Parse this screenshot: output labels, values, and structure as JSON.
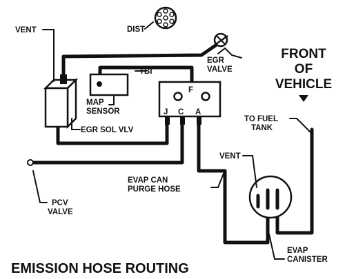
{
  "diagram": {
    "title": "EMISSION HOSE ROUTING",
    "labels": {
      "vent_left": "VENT",
      "dist": "DIST",
      "egr_valve_line1": "EGR",
      "egr_valve_line2": "VALVE",
      "tbi": "TBI",
      "map_sensor_line1": "MAP",
      "map_sensor_line2": "SENSOR",
      "egr_sol_vlv": "EGR SOL VLV",
      "port_f": "F",
      "port_j": "J",
      "port_c": "C",
      "port_a": "A",
      "front_line1": "FRONT",
      "front_line2": "OF",
      "front_line3": "VEHICLE",
      "to_fuel_tank_line1": "TO FUEL",
      "to_fuel_tank_line2": "TANK",
      "vent_canister": "VENT",
      "evap_purge_line1": "EVAP CAN",
      "evap_purge_line2": "PURGE HOSE",
      "pcv_line1": "PCV",
      "pcv_line2": "VALVE",
      "evap_canister_line1": "EVAP",
      "evap_canister_line2": "CANISTER"
    },
    "icons": {
      "front_arrow": "down-arrow-icon",
      "distributor": "distributor-icon"
    }
  }
}
